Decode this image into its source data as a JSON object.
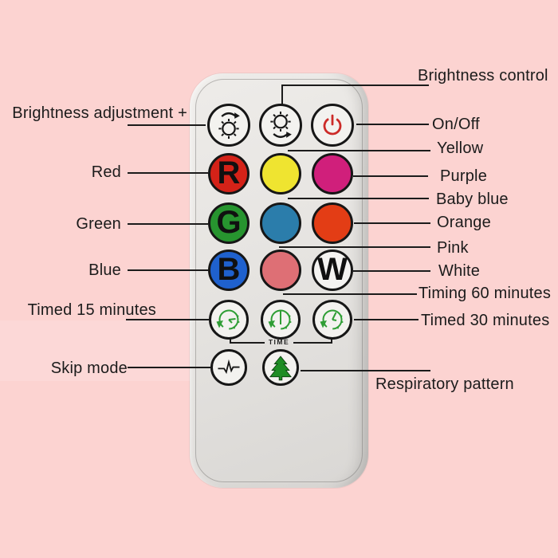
{
  "colors": {
    "background": "#fcd3d1",
    "remote_body": "#e6e4e1",
    "outline": "#161616",
    "label_text": "#1b1b1b",
    "power_red": "#cc2b28",
    "timer_green": "#2f9e35",
    "tree_green": "#1e8d24",
    "button_red": "#d42218",
    "button_yellow": "#efe430",
    "button_purple": "#d01f7b",
    "button_green": "#27942f",
    "button_baby_blue": "#2b7dab",
    "button_orange": "#e33d15",
    "button_blue": "#1f61ce",
    "button_pink": "#de6f75",
    "button_white": "#f4f3f1"
  },
  "remote": {
    "letters": {
      "red": "R",
      "green": "G",
      "blue": "B",
      "white": "W"
    },
    "time_group_label": "TIME",
    "icons": {
      "brightness_up": "sun-arrow-icon",
      "brightness_down": "sun-arrow-icon",
      "power": "power-icon",
      "timer_15": "clock-arrow-icon",
      "timer_60": "clock-arrow-icon",
      "timer_30": "clock-arrow-icon",
      "skip": "pulse-waveform-icon",
      "breathing": "pine-tree-icon"
    }
  },
  "annotations": {
    "left": [
      "Brightness adjustment +",
      "Red",
      "Green",
      "Blue",
      "Timed 15 minutes",
      "Skip mode"
    ],
    "right": [
      "Brightness control",
      "On/Off",
      "Yellow",
      "Purple",
      "Baby blue",
      "Orange",
      "Pink",
      "White",
      "Timing 60 minutes",
      "Timed 30 minutes",
      "Respiratory pattern"
    ]
  }
}
